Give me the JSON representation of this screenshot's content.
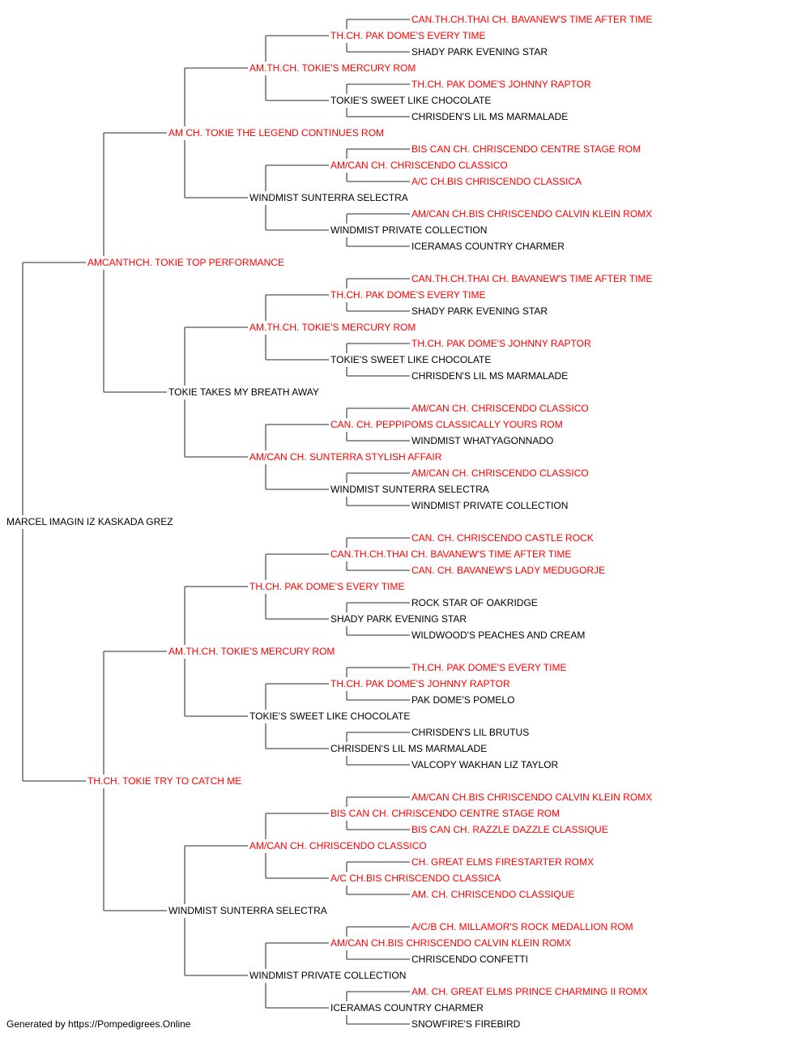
{
  "colors": {
    "champion": "#ff0000",
    "regular": "#000000",
    "line": "#555555"
  },
  "tree": {
    "name": "MARCEL IMAGIN IZ KASKADA GREZ",
    "sire": {
      "name": "AMCANTHCH. TOKIE TOP PERFORMANCE",
      "champion": true,
      "sire": {
        "name": "AM CH. TOKIE THE LEGEND CONTINUES ROM",
        "champion": true,
        "sire": {
          "name": "AM.TH.CH. TOKIE'S MERCURY ROM",
          "champion": true,
          "sire": {
            "name": "TH.CH. PAK DOME'S EVERY TIME",
            "champion": true,
            "sire": {
              "name": "CAN.TH.CH.THAI CH. BAVANEW'S TIME AFTER TIME",
              "champion": true
            },
            "dam": {
              "name": "SHADY PARK EVENING STAR",
              "champion": false
            }
          },
          "dam": {
            "name": "TOKIE'S SWEET LIKE CHOCOLATE",
            "champion": false,
            "sire": {
              "name": "TH.CH. PAK DOME'S JOHNNY RAPTOR",
              "champion": true
            },
            "dam": {
              "name": "CHRISDEN'S LIL MS MARMALADE",
              "champion": false
            }
          }
        },
        "dam": {
          "name": "WINDMIST SUNTERRA SELECTRA",
          "champion": false,
          "sire": {
            "name": "AM/CAN CH. CHRISCENDO CLASSICO",
            "champion": true,
            "sire": {
              "name": "BIS CAN CH. CHRISCENDO CENTRE STAGE ROM",
              "champion": true
            },
            "dam": {
              "name": "A/C CH.BIS CHRISCENDO CLASSICA",
              "champion": true
            }
          },
          "dam": {
            "name": "WINDMIST PRIVATE COLLECTION",
            "champion": false,
            "sire": {
              "name": "AM/CAN CH.BIS CHRISCENDO CALVIN KLEIN ROMX",
              "champion": true
            },
            "dam": {
              "name": "ICERAMAS COUNTRY CHARMER",
              "champion": false
            }
          }
        }
      },
      "dam": {
        "name": "TOKIE TAKES MY BREATH AWAY",
        "champion": false,
        "sire": {
          "name": "AM.TH.CH. TOKIE'S MERCURY ROM",
          "champion": true,
          "sire": {
            "name": "TH.CH. PAK DOME'S EVERY TIME",
            "champion": true,
            "sire": {
              "name": "CAN.TH.CH.THAI CH. BAVANEW'S TIME AFTER TIME",
              "champion": true
            },
            "dam": {
              "name": "SHADY PARK EVENING STAR",
              "champion": false
            }
          },
          "dam": {
            "name": "TOKIE'S SWEET LIKE CHOCOLATE",
            "champion": false,
            "sire": {
              "name": "TH.CH. PAK DOME'S JOHNNY RAPTOR",
              "champion": true
            },
            "dam": {
              "name": "CHRISDEN'S LIL MS MARMALADE",
              "champion": false
            }
          }
        },
        "dam": {
          "name": "AM/CAN CH. SUNTERRA STYLISH AFFAIR",
          "champion": true,
          "sire": {
            "name": "CAN. CH. PEPPIPOMS CLASSICALLY YOURS ROM",
            "champion": true,
            "sire": {
              "name": "AM/CAN CH. CHRISCENDO CLASSICO",
              "champion": true
            },
            "dam": {
              "name": "WINDMIST WHATYAGONNADO",
              "champion": false
            }
          },
          "dam": {
            "name": "WINDMIST SUNTERRA SELECTRA",
            "champion": false,
            "sire": {
              "name": "AM/CAN CH. CHRISCENDO CLASSICO",
              "champion": true
            },
            "dam": {
              "name": "WINDMIST PRIVATE COLLECTION",
              "champion": false
            }
          }
        }
      }
    },
    "dam": {
      "name": "TH.CH. TOKIE TRY TO CATCH ME",
      "champion": true,
      "sire": {
        "name": "AM.TH.CH. TOKIE'S MERCURY ROM",
        "champion": true,
        "sire": {
          "name": "TH.CH. PAK DOME'S EVERY TIME",
          "champion": true,
          "sire": {
            "name": "CAN.TH.CH.THAI CH. BAVANEW'S TIME AFTER TIME",
            "champion": true,
            "sire": {
              "name": "CAN. CH. CHRISCENDO CASTLE ROCK",
              "champion": true
            },
            "dam": {
              "name": "CAN. CH. BAVANEW'S LADY MEDUGORJE",
              "champion": true
            }
          },
          "dam": {
            "name": "SHADY PARK EVENING STAR",
            "champion": false,
            "sire": {
              "name": "ROCK STAR OF OAKRIDGE",
              "champion": false
            },
            "dam": {
              "name": "WILDWOOD'S PEACHES AND CREAM",
              "champion": false
            }
          }
        },
        "dam": {
          "name": "TOKIE'S SWEET LIKE CHOCOLATE",
          "champion": false,
          "sire": {
            "name": "TH.CH. PAK DOME'S JOHNNY RAPTOR",
            "champion": true,
            "sire": {
              "name": "TH.CH. PAK DOME'S EVERY TIME",
              "champion": true
            },
            "dam": {
              "name": "PAK DOME'S POMELO",
              "champion": false
            }
          },
          "dam": {
            "name": "CHRISDEN'S LIL MS MARMALADE",
            "champion": false,
            "sire": {
              "name": "CHRISDEN'S LIL BRUTUS",
              "champion": false
            },
            "dam": {
              "name": "VALCOPY WAKHAN LIZ TAYLOR",
              "champion": false
            }
          }
        }
      },
      "dam": {
        "name": "WINDMIST SUNTERRA SELECTRA",
        "champion": false,
        "sire": {
          "name": "AM/CAN CH. CHRISCENDO CLASSICO",
          "champion": true,
          "sire": {
            "name": "BIS CAN CH. CHRISCENDO CENTRE STAGE ROM",
            "champion": true,
            "sire": {
              "name": "AM/CAN CH.BIS CHRISCENDO CALVIN KLEIN ROMX",
              "champion": true
            },
            "dam": {
              "name": "BIS CAN CH. RAZZLE DAZZLE CLASSIQUE",
              "champion": true
            }
          },
          "dam": {
            "name": "A/C CH.BIS CHRISCENDO CLASSICA",
            "champion": true,
            "sire": {
              "name": "CH. GREAT ELMS FIRESTARTER ROMX",
              "champion": true
            },
            "dam": {
              "name": "AM. CH. CHRISCENDO CLASSIQUE",
              "champion": true
            }
          }
        },
        "dam": {
          "name": "WINDMIST PRIVATE COLLECTION",
          "champion": false,
          "sire": {
            "name": "AM/CAN CH.BIS CHRISCENDO CALVIN KLEIN ROMX",
            "champion": true,
            "sire": {
              "name": "A/C/B CH. MILLAMOR'S ROCK MEDALLION ROM",
              "champion": true
            },
            "dam": {
              "name": "CHRISCENDO CONFETTI",
              "champion": false
            }
          },
          "dam": {
            "name": "ICERAMAS COUNTRY CHARMER",
            "champion": false,
            "sire": {
              "name": "AM. CH. GREAT ELMS PRINCE CHARMING II ROMX",
              "champion": true
            },
            "dam": {
              "name": "SNOWFIRE'S FIREBIRD",
              "champion": false
            }
          }
        }
      }
    }
  },
  "footer": "Generated by https://Pompedigrees.Online"
}
